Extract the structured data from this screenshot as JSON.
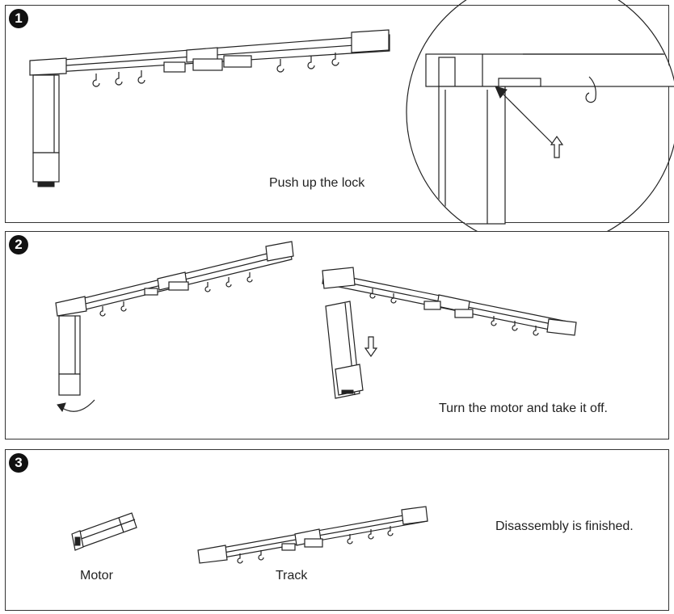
{
  "steps": [
    {
      "number": "1",
      "caption": "Push up the lock"
    },
    {
      "number": "2",
      "caption": "Turn the motor and take it off."
    },
    {
      "number": "3",
      "caption": "Disassembly is finished."
    }
  ],
  "labels": {
    "motor": "Motor",
    "track": "Track"
  }
}
